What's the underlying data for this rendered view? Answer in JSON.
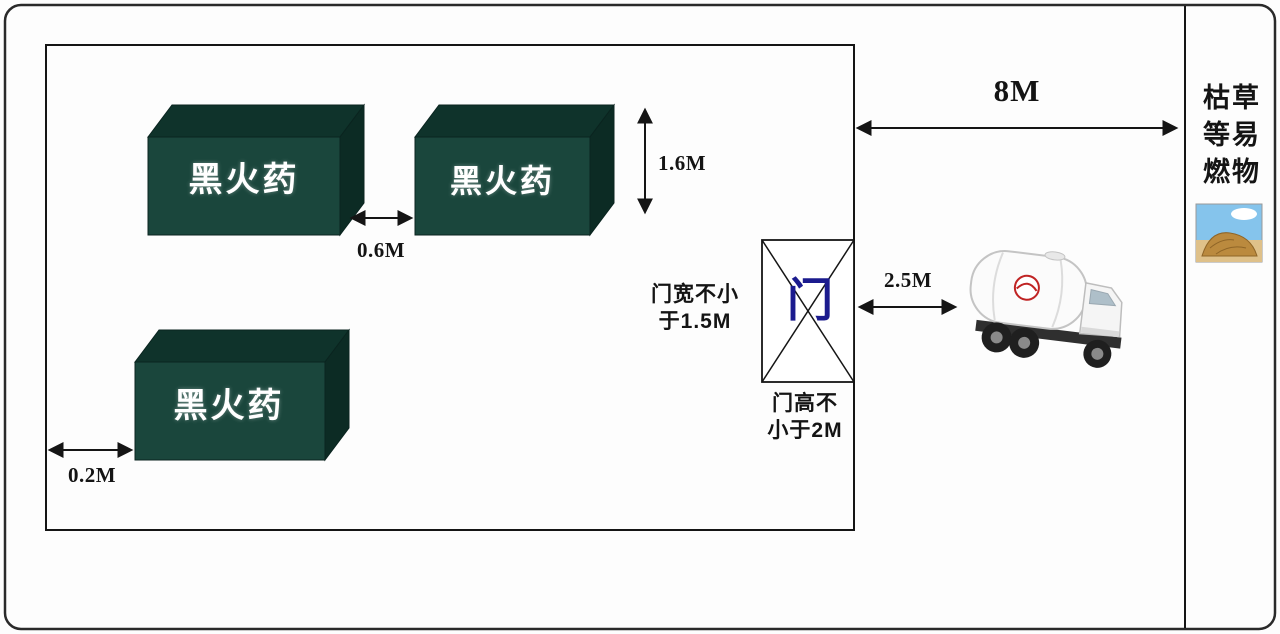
{
  "warehouse": {
    "boxes": [
      {
        "label": "黑火药"
      },
      {
        "label": "黑火药"
      },
      {
        "label": "黑火药"
      }
    ],
    "door": {
      "label": "门",
      "width_note": "门宽不小\n于1.5M",
      "height_note": "门高不\n小于2M"
    }
  },
  "dimensions": {
    "box_gap": "0.6M",
    "box_height": "1.6M",
    "wall_clearance": "0.2M",
    "truck_distance": "2.5M",
    "flammable_distance": "8M"
  },
  "right_panel": {
    "flammable_label": "枯草\n等易\n燃物"
  },
  "colors": {
    "box_front_green": "#1a463c",
    "box_top_green": "#0f332b",
    "box_side_green": "#0c2b24",
    "door_text_blue": "#1b1b8e",
    "line_black": "#151515"
  }
}
